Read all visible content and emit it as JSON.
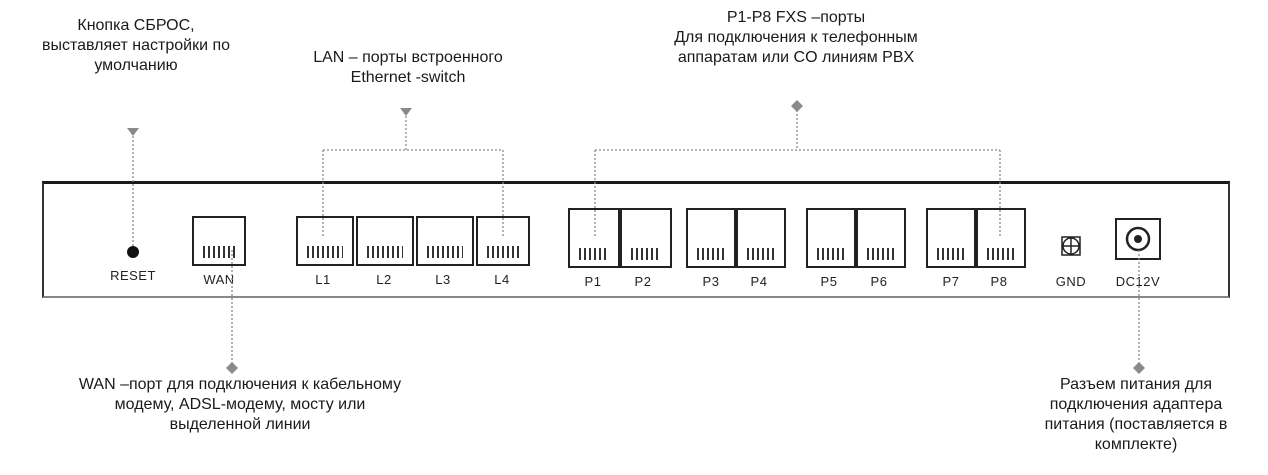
{
  "callouts": {
    "reset": [
      "Кнопка СБРОС,",
      "выставляет настройки по",
      "умолчанию"
    ],
    "lan": [
      "LAN – порты встроенного",
      "Ethernet -switch"
    ],
    "fxs": [
      "P1-P8 FXS –порты",
      "Для подключения к телефонным",
      "аппаратам или CO линиям PBX"
    ],
    "wan": [
      "WAN –порт для подключения к кабельному",
      "модему, ADSL-модему, мосту или",
      "выделенной линии"
    ],
    "power": [
      "Разъем питания для",
      "подключения адаптера",
      "питания (поставляется в",
      "комплекте)"
    ]
  },
  "panel": {
    "reset": "RESET",
    "wan": "WAN",
    "lan": [
      "L1",
      "L2",
      "L3",
      "L4"
    ],
    "fxs": [
      "P1",
      "P2",
      "P3",
      "P4",
      "P5",
      "P6",
      "P7",
      "P8"
    ],
    "gnd": "GND",
    "dc": "DC12V"
  }
}
